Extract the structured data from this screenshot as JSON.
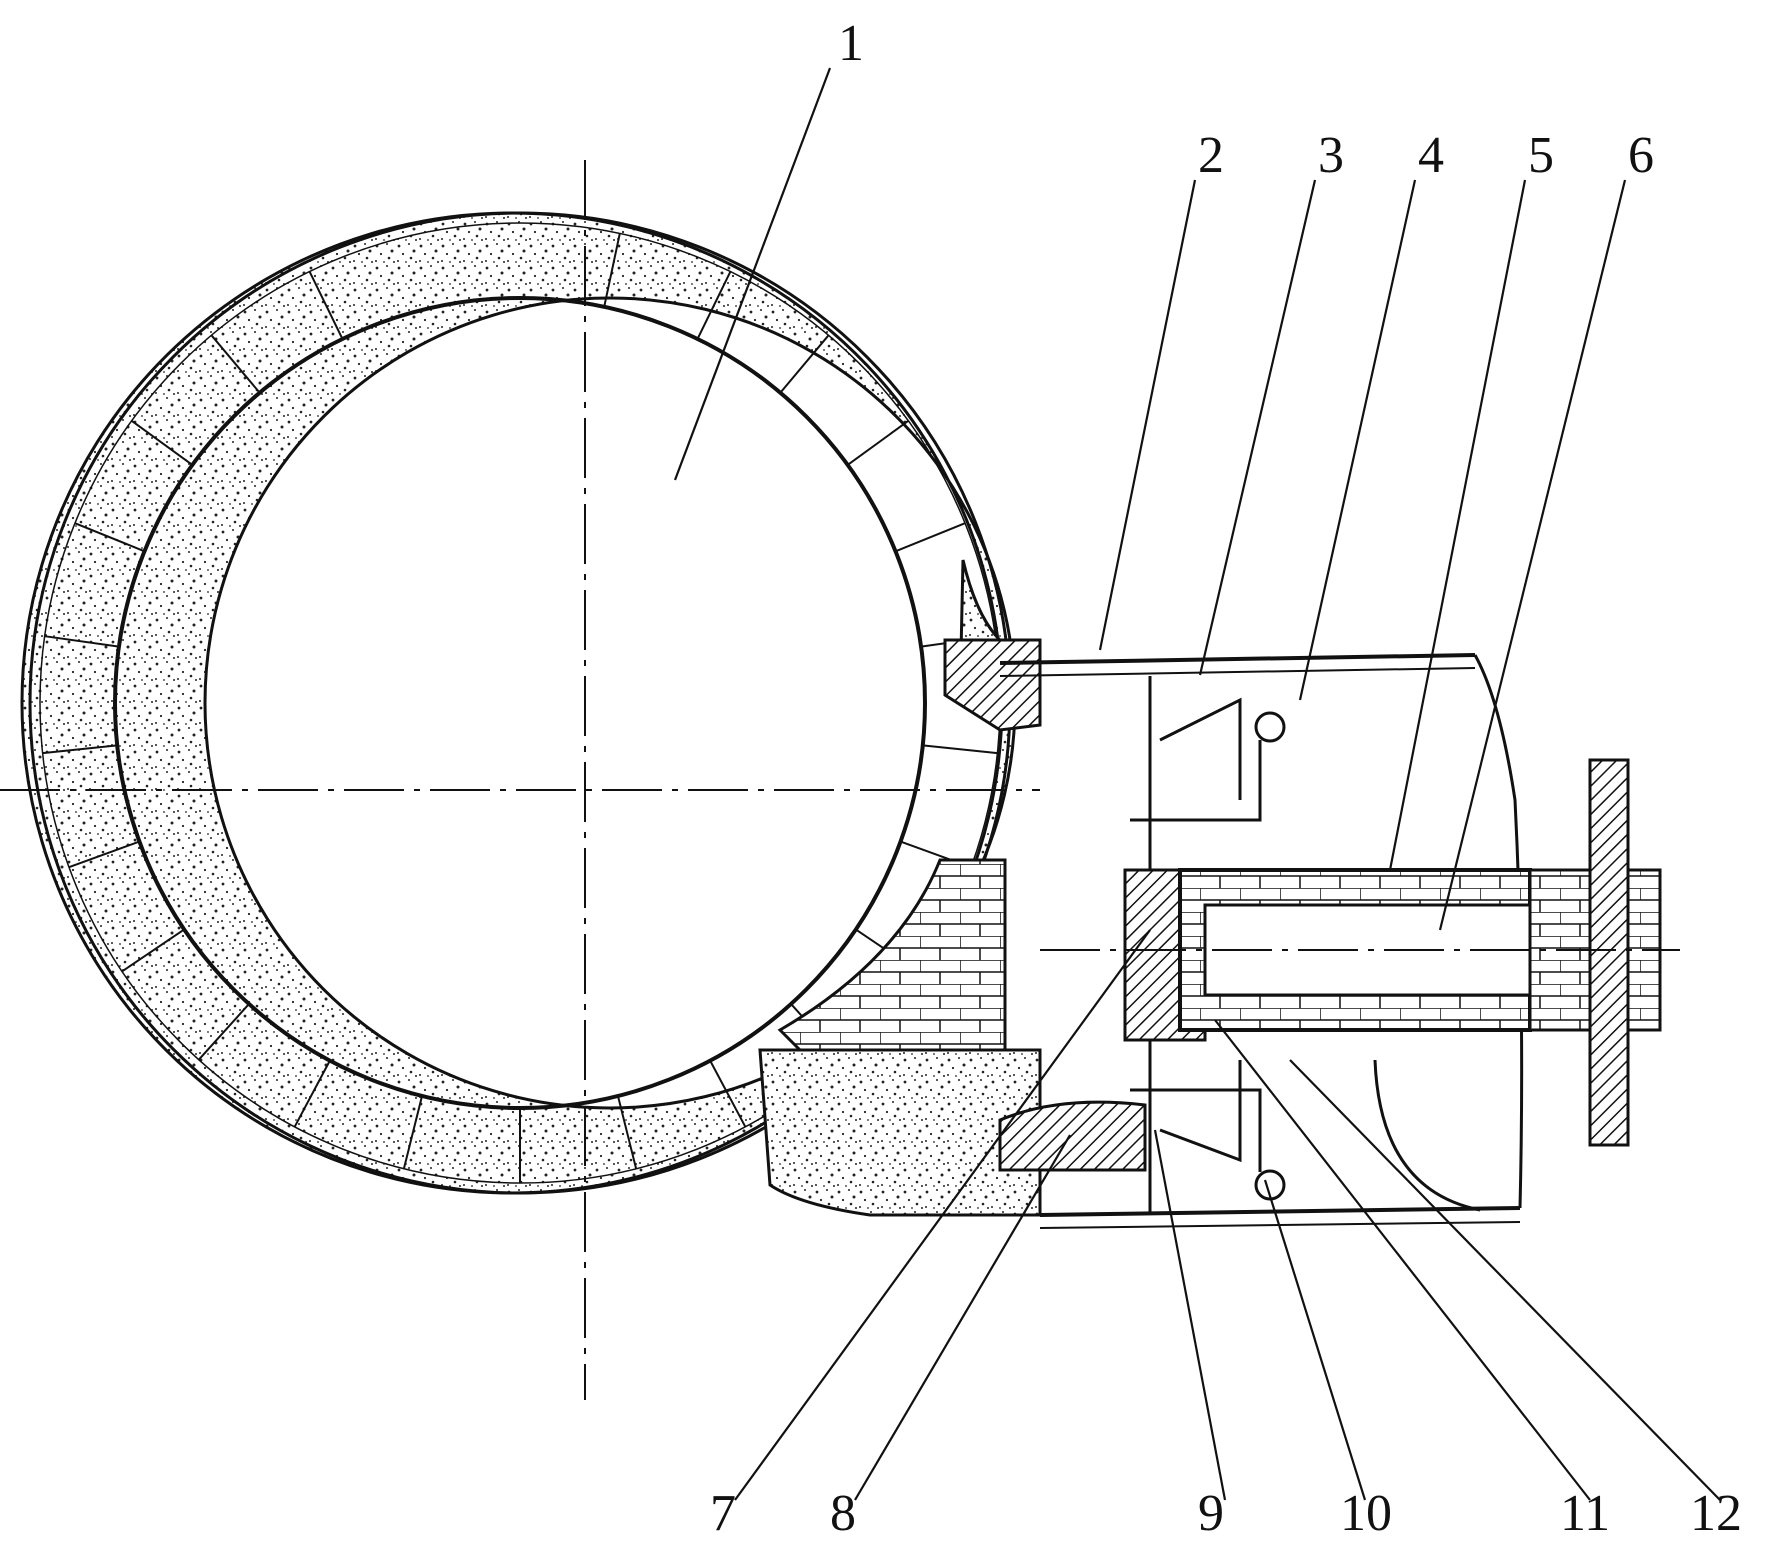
{
  "diagram": {
    "labels": [
      "1",
      "2",
      "3",
      "4",
      "5",
      "6",
      "7",
      "8",
      "9",
      "10",
      "11",
      "12"
    ],
    "colors": {
      "ink": "#111111",
      "paper": "#ffffff"
    }
  }
}
